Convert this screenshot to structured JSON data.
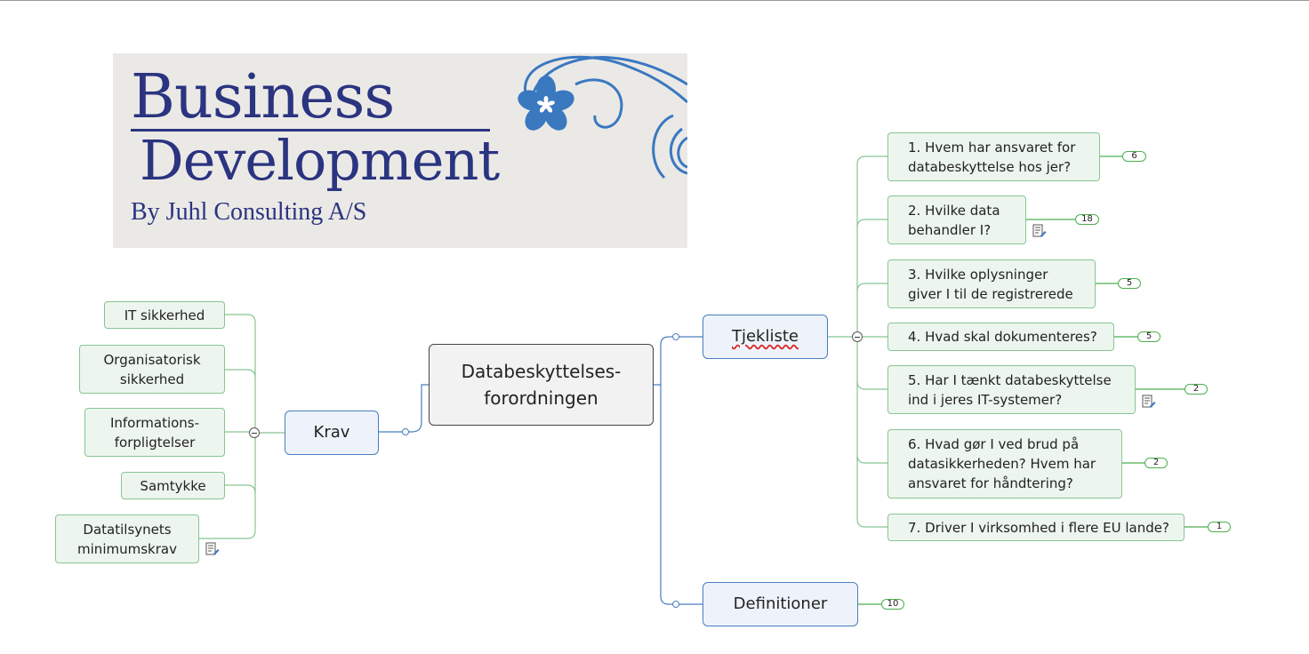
{
  "logo": {
    "line1": "Business",
    "line2": "Development",
    "line3": "By Juhl Consulting A/S",
    "color": "#2a3480",
    "flower_color": "#3a78c0"
  },
  "center": {
    "text": "Databeskyttelses-\nforordningen"
  },
  "branches": {
    "krav": {
      "label": "Krav",
      "children": [
        {
          "label": "IT sikkerhed"
        },
        {
          "label": "Organisatorisk\nsikkerhed"
        },
        {
          "label": "Informations-\nforpligtelser"
        },
        {
          "label": "Samtykke"
        },
        {
          "label": "Datatilsynets\nminimumskrav",
          "has_note": true
        }
      ]
    },
    "tjekliste": {
      "label": "Tjekliste",
      "children": [
        {
          "label": "1. Hvem har ansvaret for\ndatabeskyttelse hos jer?",
          "count": "6"
        },
        {
          "label": "2. Hvilke data\nbehandler I?",
          "count": "18",
          "has_note": true
        },
        {
          "label": "3. Hvilke oplysninger\ngiver I til de registrerede",
          "count": "5"
        },
        {
          "label": "4. Hvad skal dokumenteres?",
          "count": "5"
        },
        {
          "label": "5. Har I tænkt databeskyttelse\nind i jeres IT-systemer?",
          "count": "2",
          "has_note": true
        },
        {
          "label": "6. Hvad gør I ved brud på\ndatasikkerheden? Hvem har\nansvaret for håndtering?",
          "count": "2"
        },
        {
          "label": "7. Driver I virksomhed i flere EU lande?",
          "count": "1"
        }
      ]
    },
    "definitioner": {
      "label": "Definitioner",
      "count": "10"
    }
  },
  "colors": {
    "leaf_fill": "#edf6ee",
    "leaf_border": "#88c493",
    "main_fill": "#eef3fb",
    "main_border": "#4a7ebf",
    "center_fill": "#f2f2f2"
  }
}
